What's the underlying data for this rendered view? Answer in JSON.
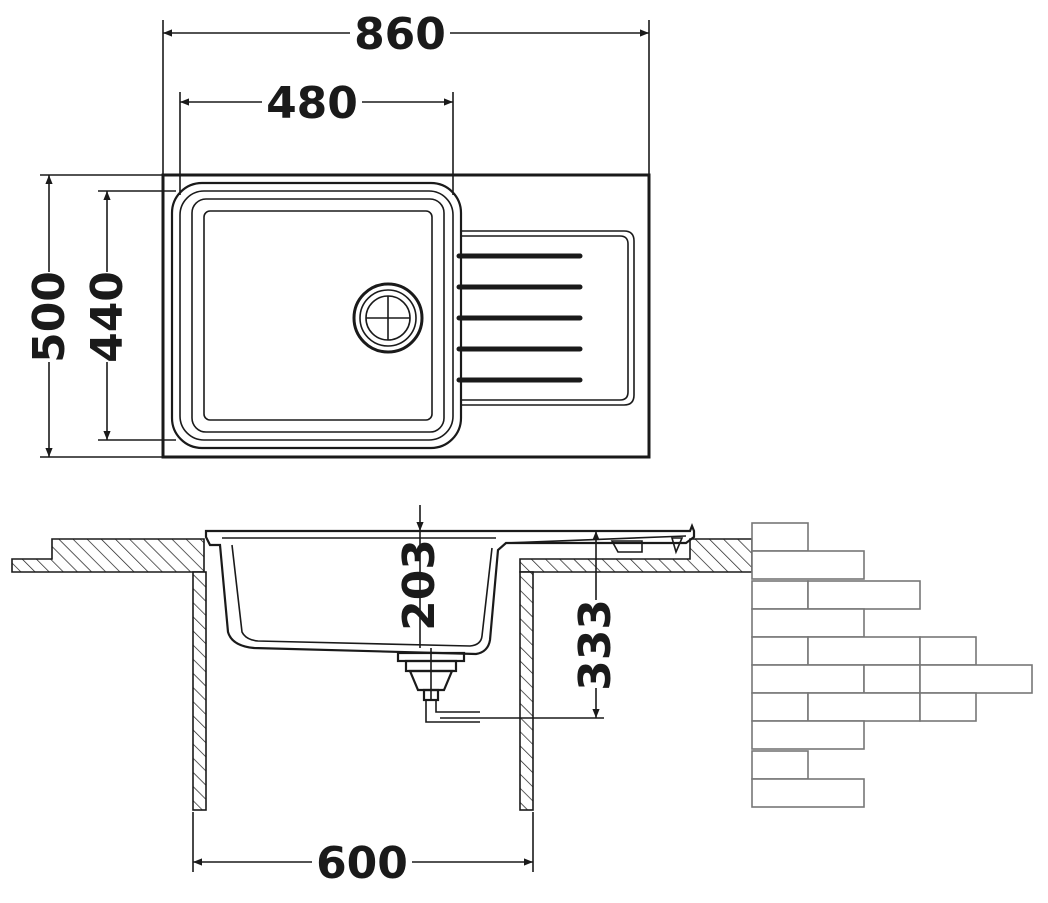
{
  "dimensions": {
    "overall_width": "860",
    "bowl_width": "480",
    "overall_depth": "500",
    "bowl_depth": "440",
    "bowl_height": "203",
    "drain_height": "333",
    "cabinet_width": "600"
  }
}
